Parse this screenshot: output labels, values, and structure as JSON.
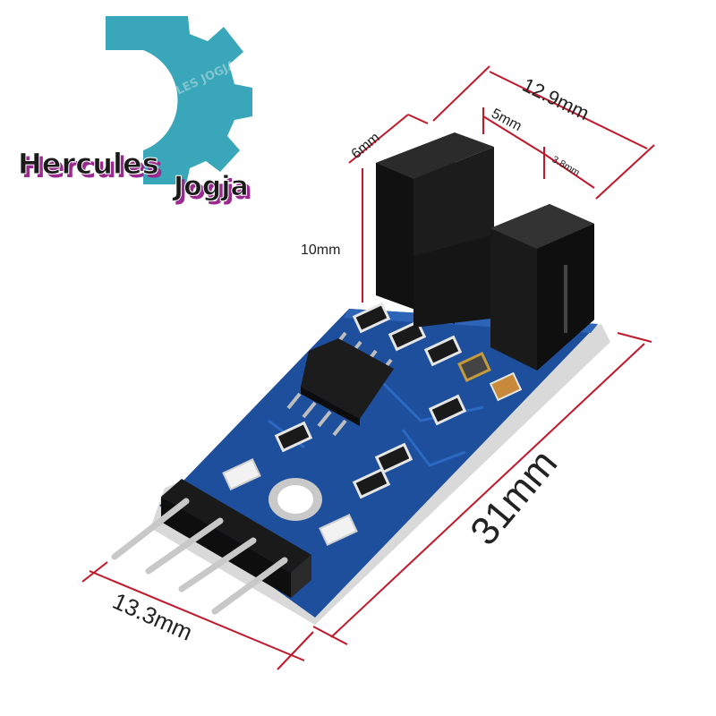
{
  "logo": {
    "brand": "Hercules",
    "city": "Jogja",
    "watermark": "HERCULES JOGJA",
    "colors": {
      "gear": "#3aa6b9",
      "text": "#1a1a1a",
      "shadow": "#9b2a8e"
    }
  },
  "dimensions": {
    "depth": "6mm",
    "slot_width": "5mm",
    "prong_width": "3.8mm",
    "total_width": "12.9mm",
    "height": "10mm",
    "board_length": "31mm",
    "board_width": "13.3mm"
  },
  "colors": {
    "pcb": "#1d4f9c",
    "pcb_dark": "#143a78",
    "sensor": "#161616",
    "dim_line": "#c0182a",
    "pins": "#c8c8c8"
  }
}
